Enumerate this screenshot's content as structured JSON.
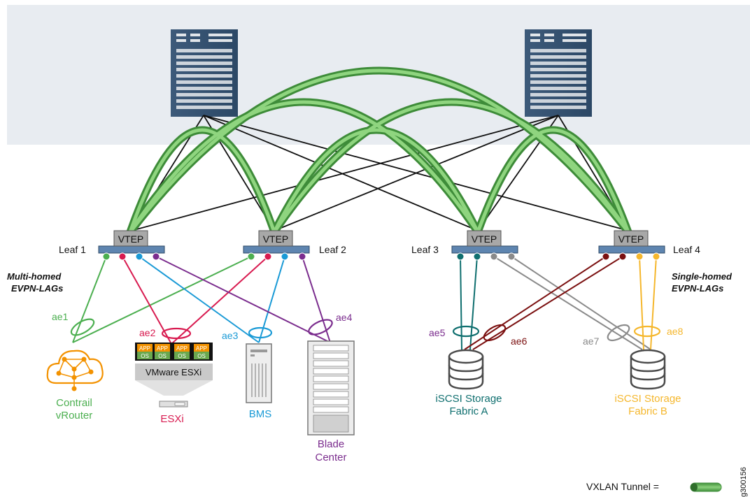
{
  "leafs": {
    "leaf1": "Leaf 1",
    "leaf2": "Leaf 2",
    "leaf3": "Leaf 3",
    "leaf4": "Leaf 4"
  },
  "vtep_label": "VTEP",
  "notes": {
    "multi_line1": "Multi-homed",
    "multi_line2": "EVPN-LAGs",
    "single_line1": "Single-homed",
    "single_line2": "EVPN-LAGs"
  },
  "lags": [
    "ae1",
    "ae2",
    "ae3",
    "ae4",
    "ae5",
    "ae6",
    "ae7",
    "ae8"
  ],
  "esxi": {
    "app": "APP",
    "os": "OS",
    "hypervisor": "VMware ESXi",
    "label": "ESXi"
  },
  "endpoints": {
    "contrail_line1": "Contrail",
    "contrail_line2": "vRouter",
    "bms": "BMS",
    "blade_line1": "Blade",
    "blade_line2": "Center",
    "storage_a_line1": "iSCSI Storage",
    "storage_a_line2": "Fabric A",
    "storage_b_line1": "iSCSI Storage",
    "storage_b_line2": "Fabric B"
  },
  "legend": {
    "label": "VXLAN Tunnel  ="
  },
  "figure_id": "g300156",
  "colors": {
    "green": "#4caf50",
    "crimson": "#d81b50",
    "blue": "#1a9ad6",
    "purple": "#7b2d8e",
    "teal": "#0f6f6f",
    "maroon": "#7b1010",
    "gray": "#8a8a8a",
    "yellow": "#f5b72d",
    "orange": "#f39200",
    "spine_bg": "#e8ecf1",
    "tunnel": "#6aba5a"
  }
}
